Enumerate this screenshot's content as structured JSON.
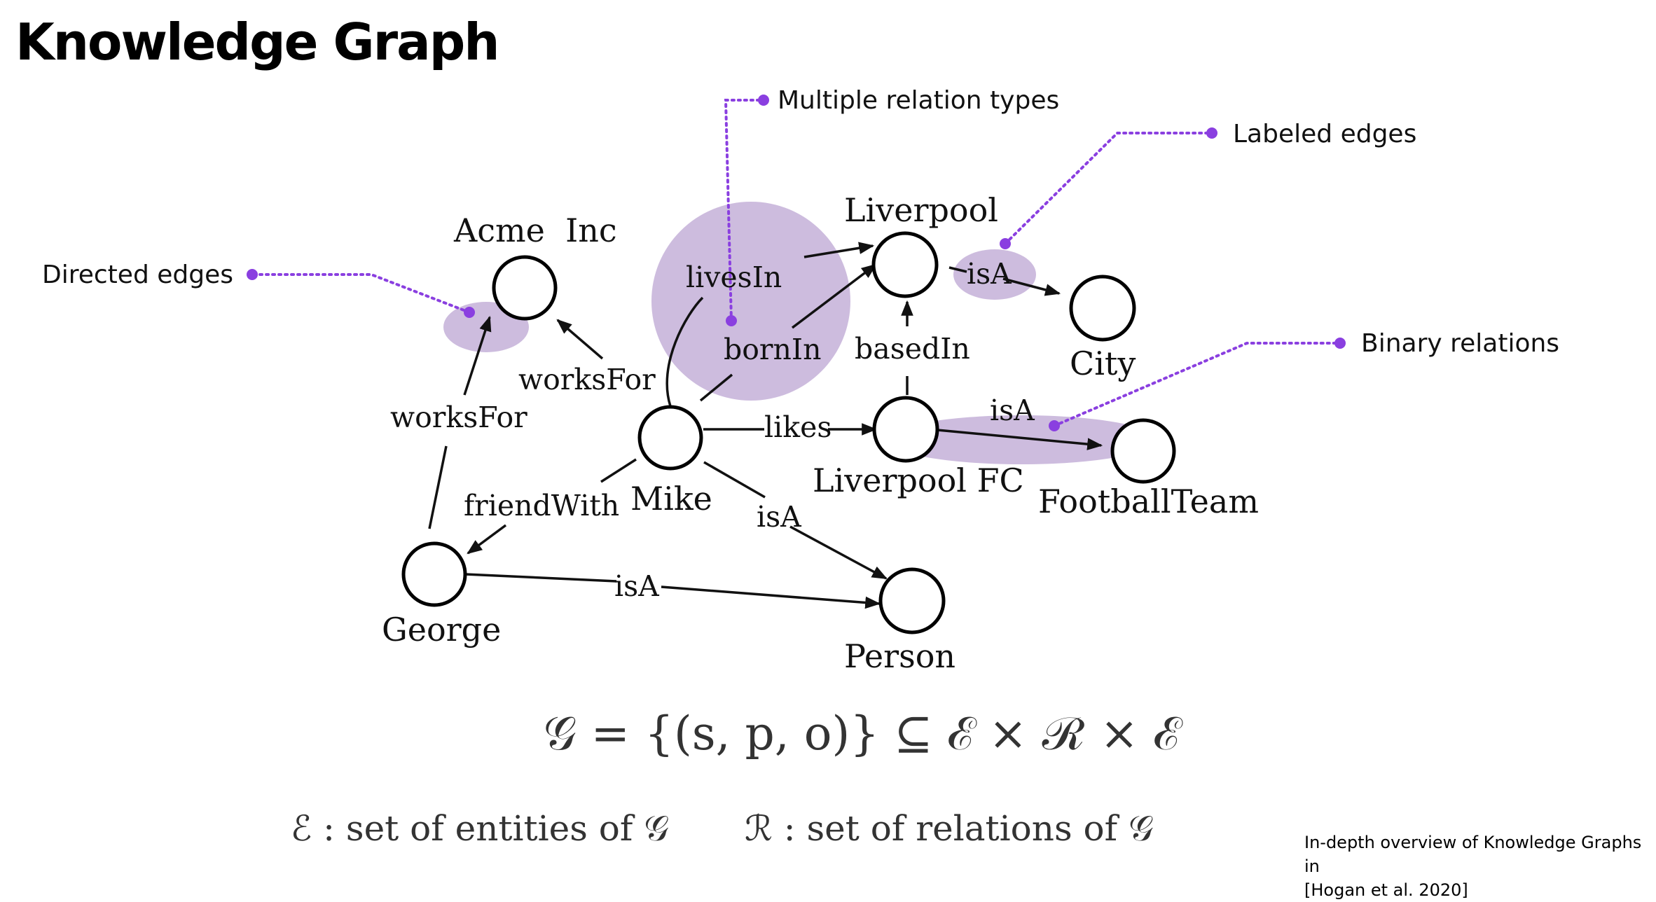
{
  "title": "Knowledge Graph",
  "nodes": {
    "acme": "Acme  Inc",
    "liverpool": "Liverpool",
    "city": "City",
    "mike": "Mike",
    "liverpool_fc": "Liverpool FC",
    "football_team": "FootballTeam",
    "george": "George",
    "person": "Person"
  },
  "edges": {
    "works_for_mike": "worksFor",
    "works_for_george": "worksFor",
    "lives_in": "livesIn",
    "born_in": "bornIn",
    "based_in": "basedIn",
    "likes": "likes",
    "is_a_liverpool": "isA",
    "is_a_liverpool_fc": "isA",
    "is_a_mike": "isA",
    "is_a_george": "isA",
    "friend_with": "friendWith"
  },
  "callouts": {
    "multiple_relation_types": "Multiple relation types",
    "labeled_edges": "Labeled edges",
    "directed_edges": "Directed edges",
    "binary_relations": "Binary relations"
  },
  "formula": {
    "main": "𝒢 = {(s, p, o)} ⊆ ℰ × ℛ × ℰ",
    "entities": "ℰ : set of entities of 𝒢",
    "relations": "ℛ : set of relations of 𝒢"
  },
  "citation": {
    "line1": "In-depth overview of Knowledge Graphs in",
    "line2": "[Hogan et al. 2020]"
  },
  "colors": {
    "highlight": "#c4b0d8",
    "callout_dot": "#8a3fe0"
  }
}
